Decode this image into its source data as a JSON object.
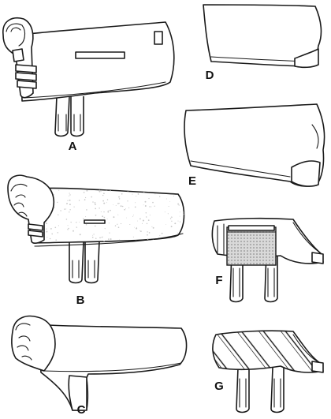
{
  "labels": {
    "a": "A",
    "b": "B",
    "c": "C",
    "d": "D",
    "e": "E",
    "f": "F",
    "g": "G"
  },
  "colors": {
    "line": "#1a1a1a",
    "background": "#ffffff",
    "mesh": "#bdbdbd",
    "fleece_speck": "#c9c9c9"
  }
}
